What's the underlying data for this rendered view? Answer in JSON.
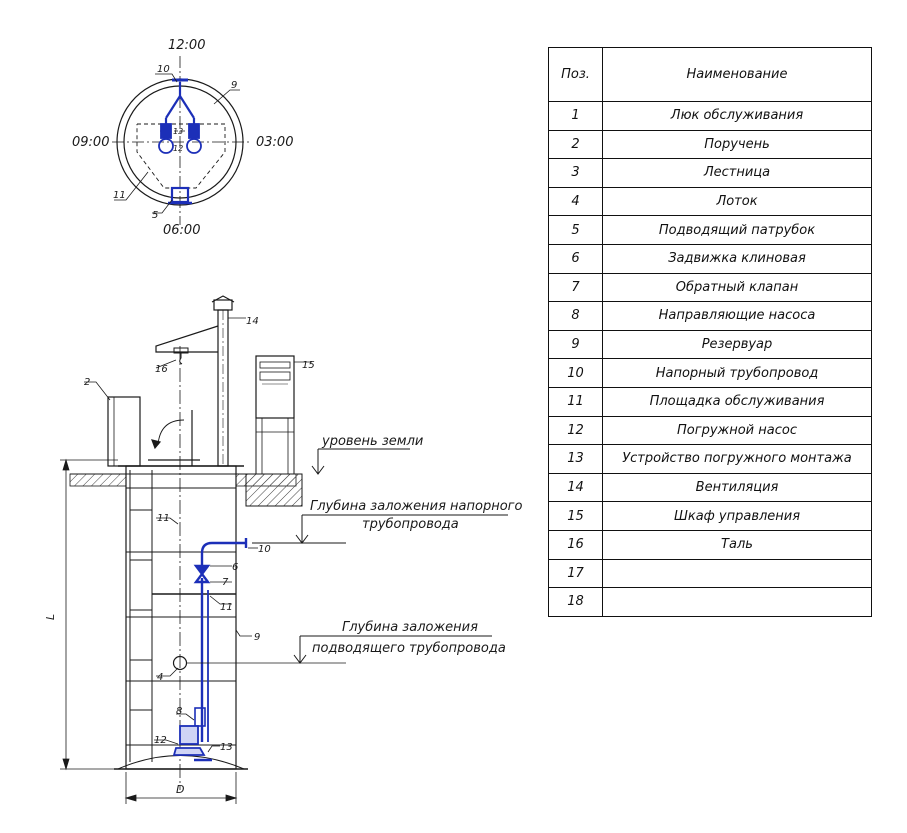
{
  "plan": {
    "clock_12": "12:00",
    "clock_3": "03:00",
    "clock_6": "06:00",
    "clock_9": "09:00",
    "callouts": [
      "10",
      "9",
      "13",
      "12",
      "11",
      "5"
    ]
  },
  "section": {
    "callouts": [
      "14",
      "15",
      "16",
      "2",
      "11",
      "10",
      "6",
      "7",
      "11",
      "9",
      "4",
      "8",
      "12",
      "13"
    ],
    "ground_level": "уровень земли",
    "pressure_depth_line1": "Глубина заложения напорного",
    "pressure_depth_line2": "трубопровода",
    "inlet_depth_line1": "Глубина заложения",
    "inlet_depth_line2": "подводящего трубопровода",
    "dim_height": "L",
    "dim_diameter": "D"
  },
  "spec_table": {
    "header_pos": "Поз.",
    "header_name": "Наименование",
    "rows": [
      {
        "pos": "1",
        "name": "Люк обслуживания"
      },
      {
        "pos": "2",
        "name": "Поручень"
      },
      {
        "pos": "3",
        "name": "Лестница"
      },
      {
        "pos": "4",
        "name": "Лоток"
      },
      {
        "pos": "5",
        "name": "Подводящий патрубок"
      },
      {
        "pos": "6",
        "name": "Задвижка клиновая"
      },
      {
        "pos": "7",
        "name": "Обратный клапан"
      },
      {
        "pos": "8",
        "name": "Направляющие насоса"
      },
      {
        "pos": "9",
        "name": "Резервуар"
      },
      {
        "pos": "10",
        "name": "Напорный трубопровод"
      },
      {
        "pos": "11",
        "name": "Площадка обслуживания"
      },
      {
        "pos": "12",
        "name": "Погружной насос"
      },
      {
        "pos": "13",
        "name": "Устройство погружного монтажа"
      },
      {
        "pos": "14",
        "name": "Вентиляция"
      },
      {
        "pos": "15",
        "name": "Шкаф управления"
      },
      {
        "pos": "16",
        "name": "Таль"
      },
      {
        "pos": "17",
        "name": ""
      },
      {
        "pos": "18",
        "name": ""
      }
    ]
  },
  "colors": {
    "line": "#1a1a1a",
    "pipe": "#1c2fb8"
  }
}
